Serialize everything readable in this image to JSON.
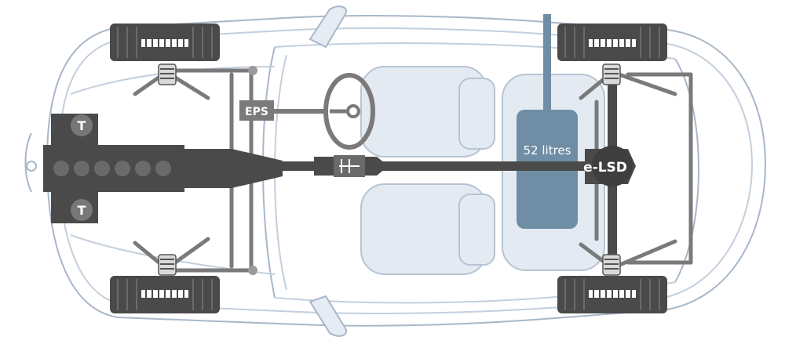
{
  "labels": {
    "eps": "EPS",
    "fuel_tank": "52 litres",
    "elsd": "e-LSD",
    "turbo": "T"
  },
  "colors": {
    "body_outline": "#9fb0c4",
    "seat_fill": "#dfe7f0",
    "drivetrain": "#4a4a4a",
    "suspension": "#7a7a7a",
    "tank": "#6f8ea5",
    "tank_text": "#ffffff"
  }
}
